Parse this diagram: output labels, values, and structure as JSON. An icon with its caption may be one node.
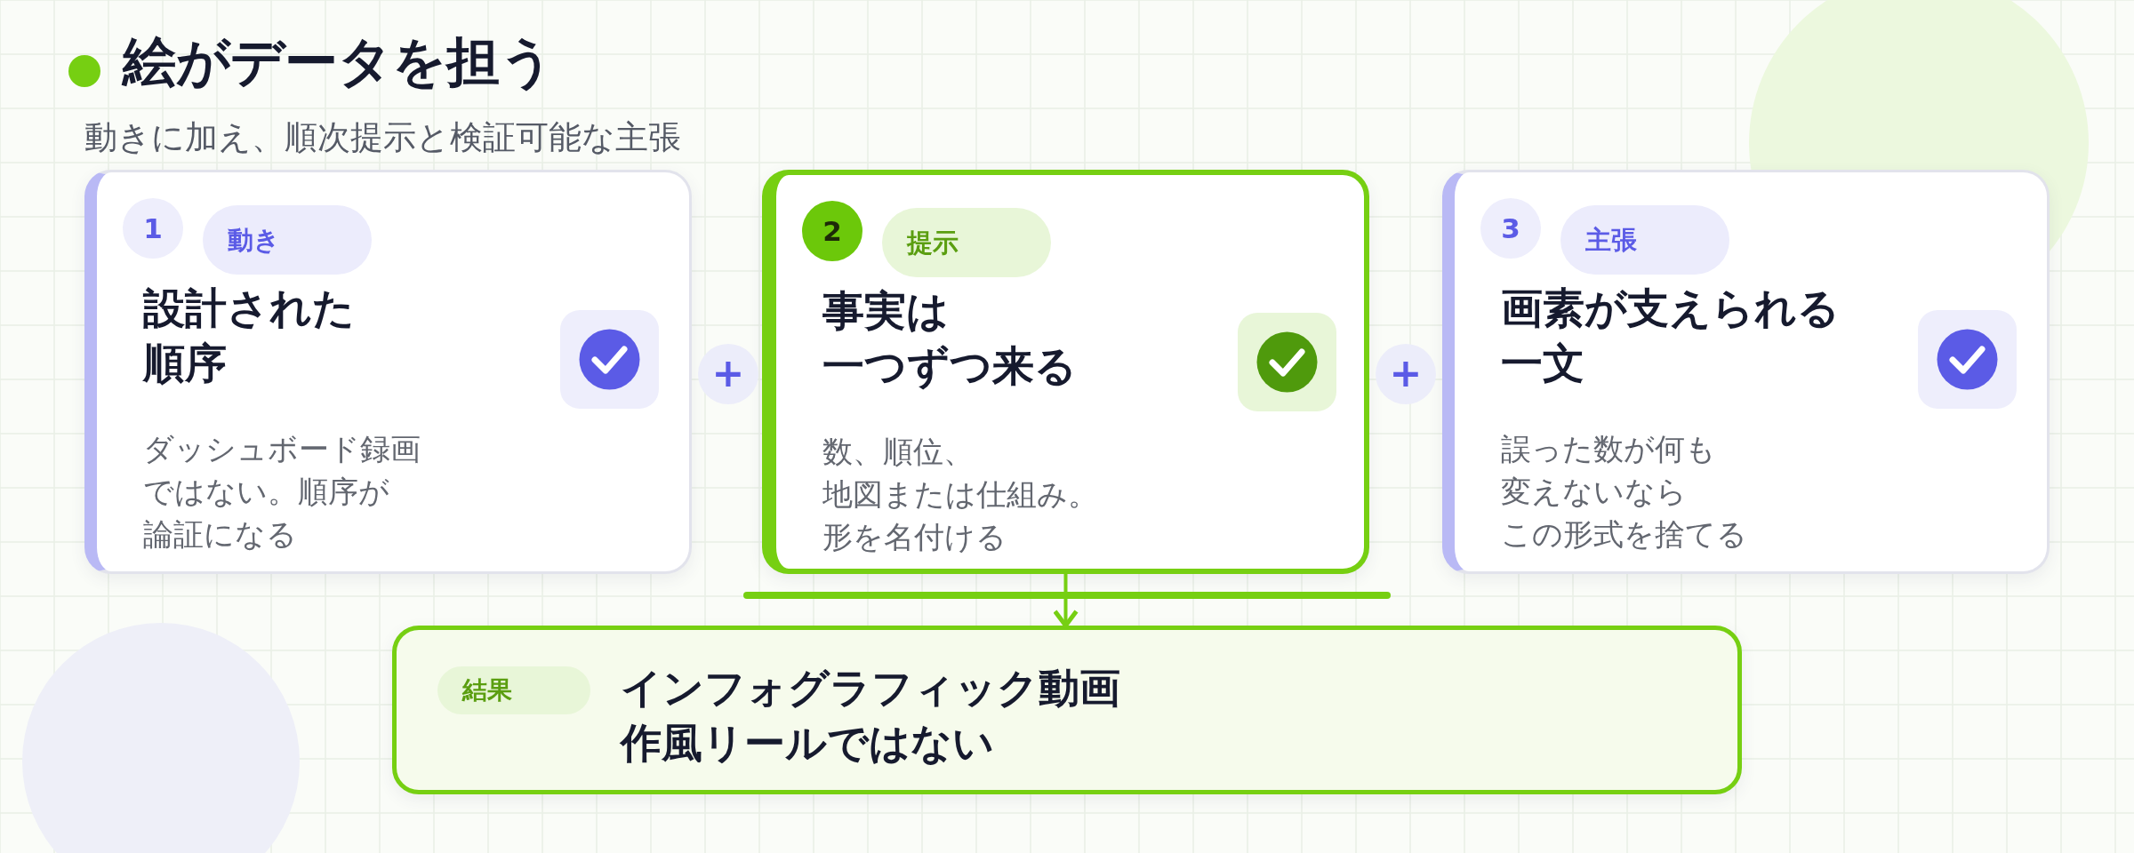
{
  "diagram": {
    "title": "絵がデータを担う",
    "nodes": [
      {
        "text": [
          "1",
          "動き",
          "設計された順序",
          "ダッシュボード録画ではない。順序が論証になる"
        ]
      },
      {
        "text": [
          "2",
          "提示",
          "事実は一つずつ来る",
          "数、順位、地図または仕組み。形を名付ける"
        ]
      },
      {
        "text": [
          "3",
          "主張",
          "画素が支えられる一文",
          "誤った数が何も変えないならこの形式を捨てる"
        ]
      },
      {
        "text": [
          "結果",
          "インフォグラフィック動画作風リールではない"
        ]
      }
    ],
    "edges": [
      {
        "from": 1,
        "to": 3,
        "arrow": "to"
      }
    ],
    "labels": [
      "動きに加え、順次提示と検証可能な主張",
      "+",
      "+"
    ]
  }
}
